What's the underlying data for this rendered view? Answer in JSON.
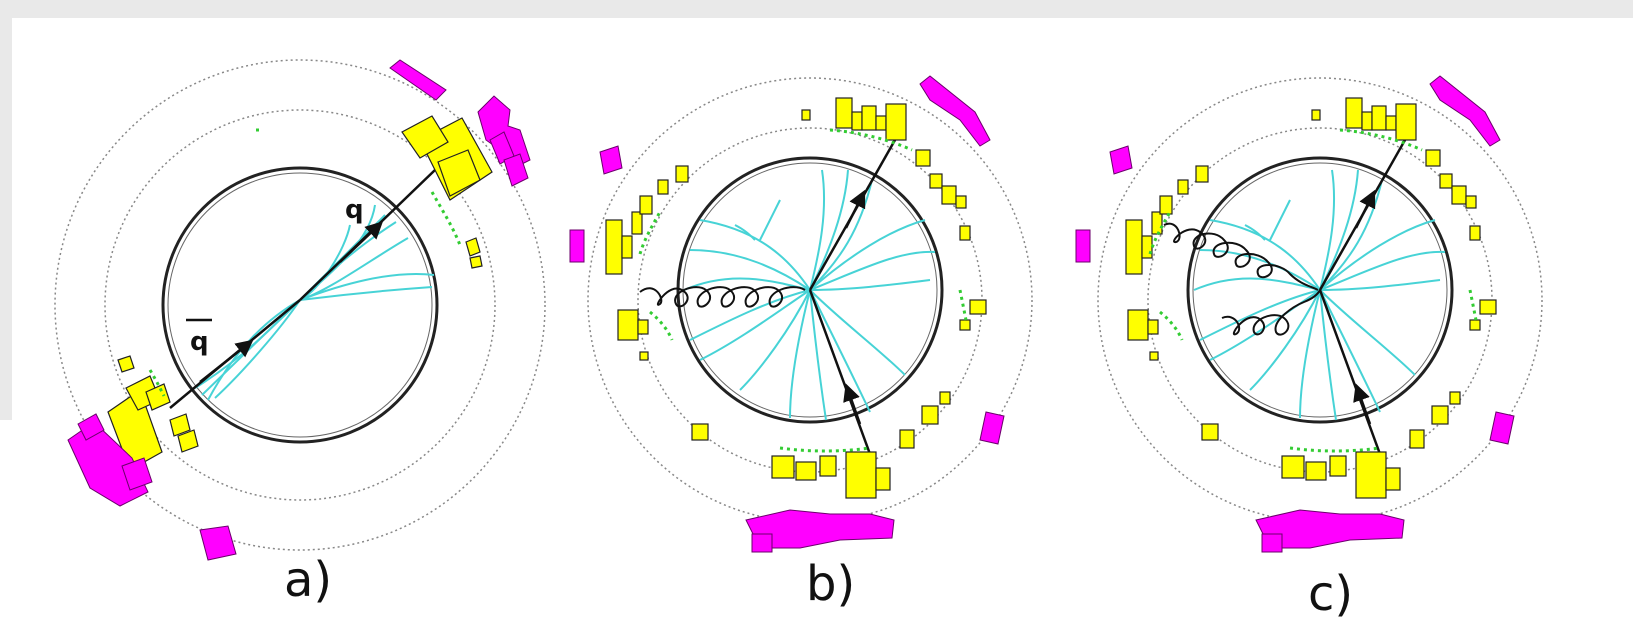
{
  "panels": [
    {
      "label": "a)"
    },
    {
      "label": "b)"
    },
    {
      "label": "c)"
    }
  ],
  "jet_labels": {
    "quark": "q",
    "antiquark": "q"
  },
  "colors": {
    "tracks": "#47d3d6",
    "em_calorimeter": "#ffff00",
    "hadron_calorimeter": "#ff00ff",
    "outline": "#222222",
    "dotted_rings": "#888888",
    "green_hits": "#33cc33"
  }
}
